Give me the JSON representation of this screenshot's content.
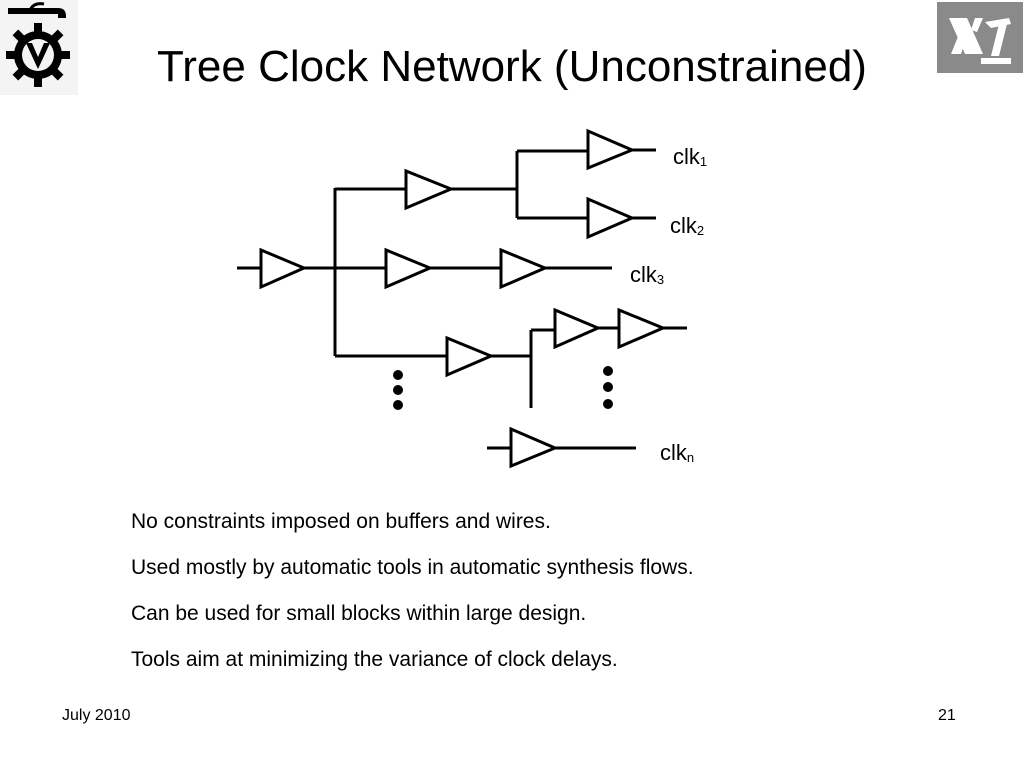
{
  "slide": {
    "title": "Tree Clock Network (Unconstrained)",
    "bullets": [
      "No constraints imposed on buffers and wires.",
      "Used mostly by automatic tools in automatic synthesis flows.",
      "Can be used for small blocks within large design.",
      "Tools aim at minimizing the variance of clock delays."
    ],
    "footer": {
      "date": "July 2010",
      "page": "21"
    }
  },
  "diagram": {
    "labels": [
      {
        "base": "clk",
        "sub": "1"
      },
      {
        "base": "clk",
        "sub": "2"
      },
      {
        "base": "clk",
        "sub": "3"
      },
      {
        "base": "clk",
        "sub": "n"
      }
    ]
  },
  "logos": {
    "left": {
      "icon": "technion-logo",
      "color": "#000000"
    },
    "right": {
      "icon": "hebrew-letters-logo",
      "color": "#8a8a8a"
    }
  }
}
